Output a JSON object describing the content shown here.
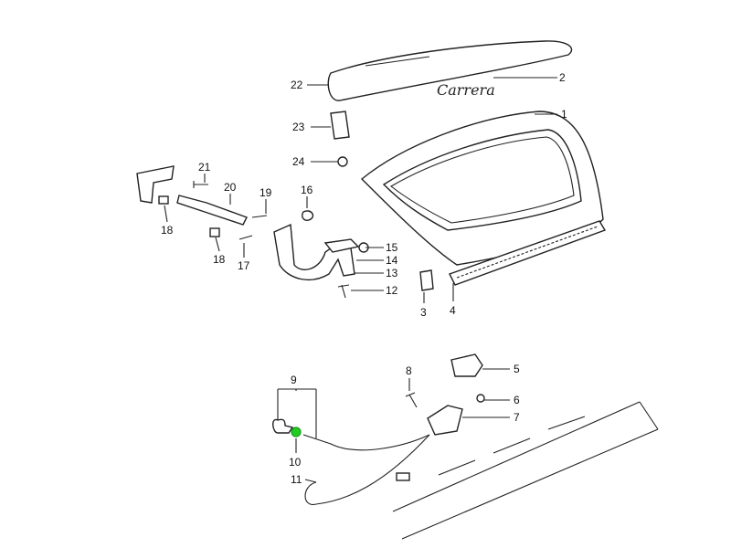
{
  "diagram": {
    "logo_text": "Carrera",
    "highlight_color": "#22cc22",
    "callouts": {
      "c1": "1",
      "c2": "2",
      "c3": "3",
      "c4": "4",
      "c5": "5",
      "c6": "6",
      "c7": "7",
      "c8": "8",
      "c9": "9",
      "c10": "10",
      "c11": "11",
      "c12": "12",
      "c13": "13",
      "c14": "14",
      "c15": "15",
      "c16": "16",
      "c17": "17",
      "c18a": "18",
      "c18b": "18",
      "c19": "19",
      "c20": "20",
      "c21": "21",
      "c22": "22",
      "c23": "23",
      "c24": "24"
    }
  }
}
